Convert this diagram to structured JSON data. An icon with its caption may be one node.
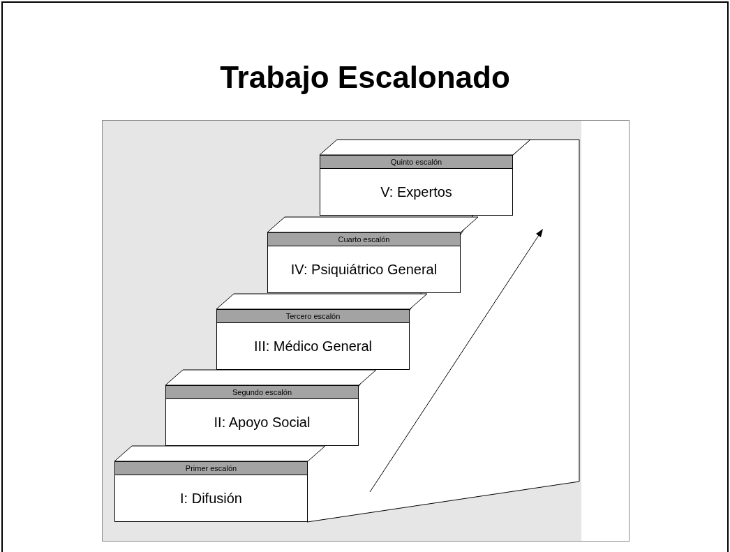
{
  "diagram": {
    "title": "Trabajo Escalonado",
    "nodes": [
      {
        "text": [
          "Quinto escalón",
          "V: Expertos"
        ]
      },
      {
        "text": [
          "Cuarto escalón",
          "IV: Psiquiátrico General"
        ]
      },
      {
        "text": [
          "Tercero escalón",
          "III: Médico General"
        ]
      },
      {
        "text": [
          "Segundo escalón",
          "II: Apoyo Social"
        ]
      },
      {
        "text": [
          "Primer escalón",
          "I: Difusión"
        ]
      }
    ]
  }
}
